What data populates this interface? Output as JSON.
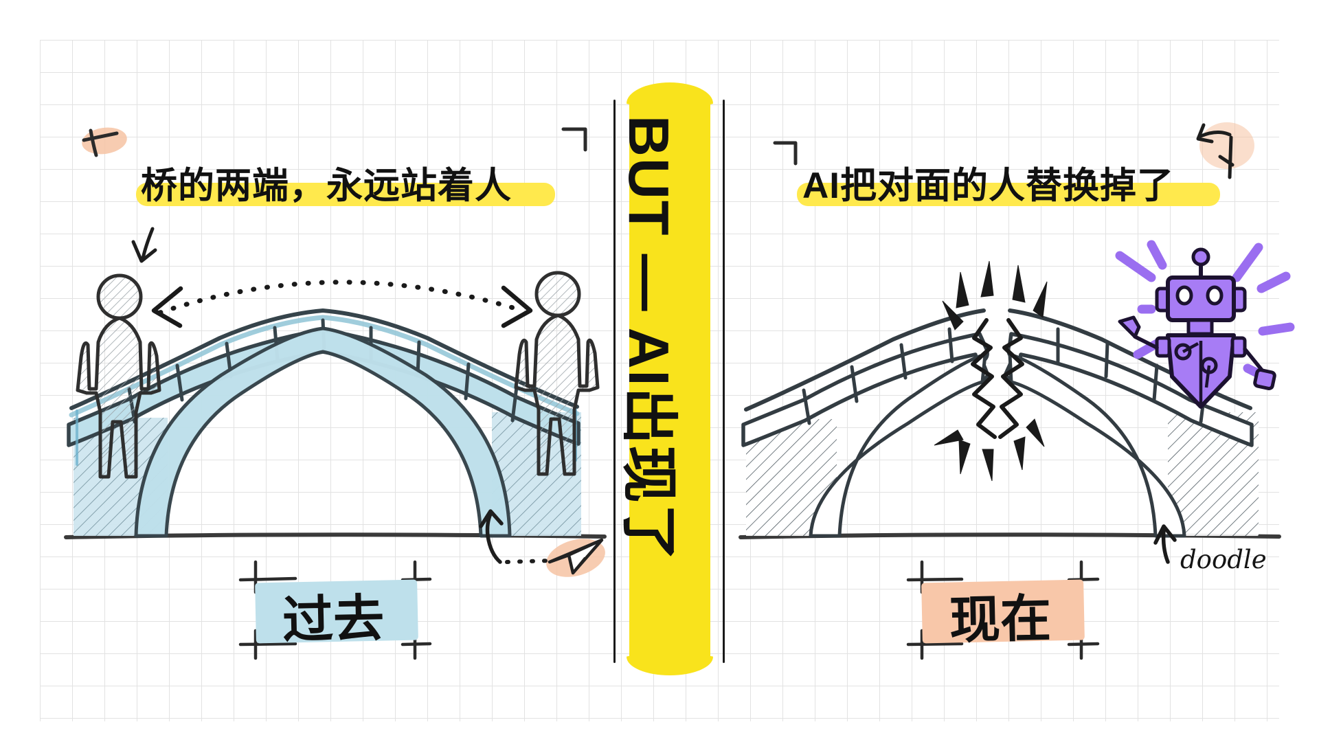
{
  "canvas": {
    "background": "#ffffff",
    "grid_color": "#e2e2e2",
    "paper_style": "grid-notebook"
  },
  "palette": {
    "highlight_yellow": "#ffe94d",
    "banner_yellow": "#f9e31c",
    "past_blue": "#bee0eb",
    "now_peach": "#f8c7a9",
    "robot_purple": "#9a6ef0",
    "ink": "#111111",
    "pencil": "#3d4a52"
  },
  "left_panel": {
    "heading": "桥的两端，永远站着人",
    "era_label": "过去",
    "figures": [
      {
        "name": "person-left",
        "side": "left"
      },
      {
        "name": "person-right",
        "side": "right"
      }
    ],
    "connector": "double-headed dotted arc",
    "bridge": {
      "type": "intact arch bridge",
      "tint": "#bee0eb",
      "railing_posts": 9
    },
    "doodles": [
      "check-mark",
      "corner-tick",
      "down-arrow",
      "paper-plane",
      "up-arrow"
    ]
  },
  "right_panel": {
    "heading": "AI把对面的人替换掉了",
    "era_label": "现在",
    "bridge": {
      "type": "broken arch bridge",
      "tint": "none",
      "break": "jagged center crack with impact bursts",
      "railing_posts": 8
    },
    "robot": {
      "name": "ai-robot",
      "color": "#9a6ef0",
      "burst_rays": 8
    },
    "annotation": "doodle",
    "doodles": [
      "corner-tick",
      "sparkle-arrow",
      "up-arrow"
    ]
  },
  "center_banner": {
    "text": "BUT — AI出现了",
    "orientation": "vertical",
    "color": "#f9e31c"
  }
}
